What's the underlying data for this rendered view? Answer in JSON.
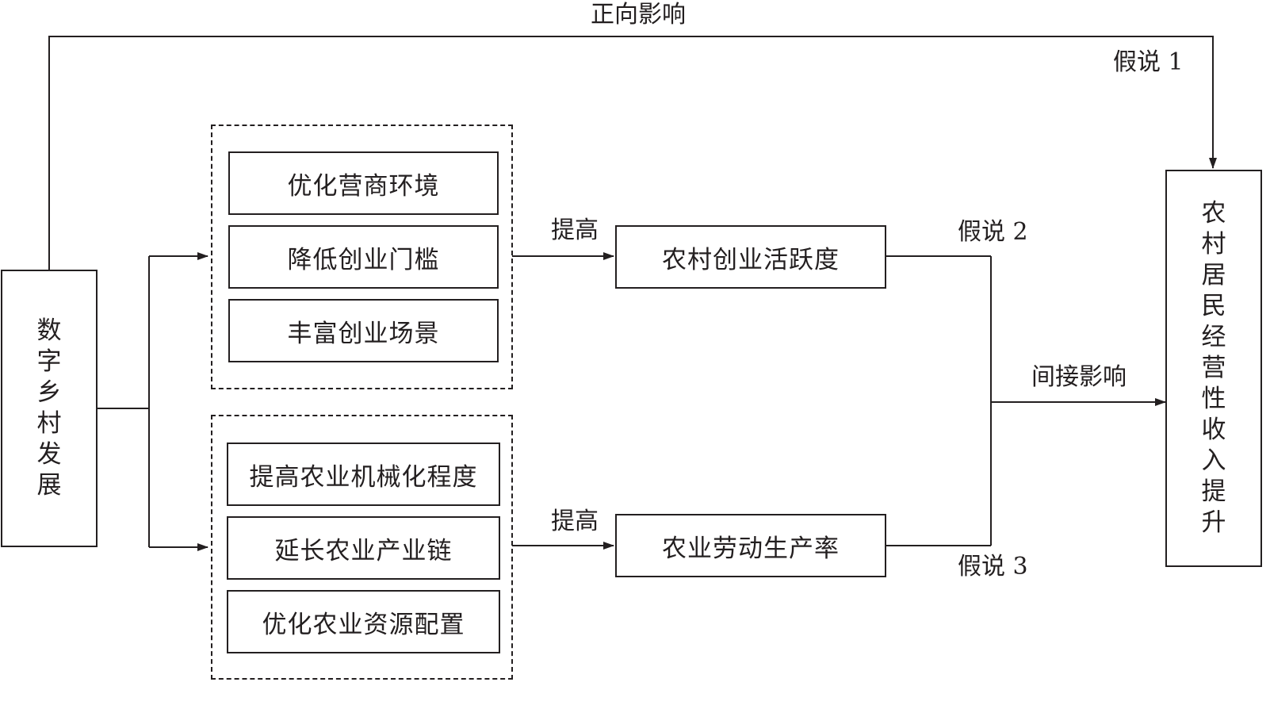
{
  "source": "数字乡村发展",
  "target": "农村居民经营性收入提升",
  "upper_group": {
    "items": [
      "优化营商环境",
      "降低创业门槛",
      "丰富创业场景"
    ]
  },
  "lower_group": {
    "items": [
      "提高农业机械化程度",
      "延长农业产业链",
      "优化农业资源配置"
    ]
  },
  "mediators": {
    "upper": "农村创业活跃度",
    "lower": "农业劳动生产率"
  },
  "labels": {
    "direct_effect": "正向影响",
    "hypothesis_1": "假说 1",
    "improve_upper": "提高",
    "improve_lower": "提高",
    "hypothesis_2": "假说 2",
    "hypothesis_3": "假说 3",
    "indirect_effect": "间接影响"
  }
}
